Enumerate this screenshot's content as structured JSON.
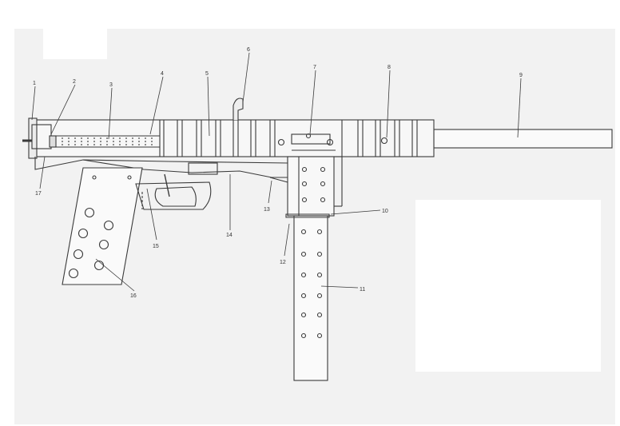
{
  "diagram": {
    "callouts": [
      {
        "id": "c1",
        "label": "1"
      },
      {
        "id": "c2",
        "label": "2"
      },
      {
        "id": "c3",
        "label": "3"
      },
      {
        "id": "c4",
        "label": "4"
      },
      {
        "id": "c5",
        "label": "5"
      },
      {
        "id": "c6",
        "label": "6"
      },
      {
        "id": "c7",
        "label": "7"
      },
      {
        "id": "c8",
        "label": "8"
      },
      {
        "id": "c9",
        "label": "9"
      },
      {
        "id": "c10",
        "label": "10"
      },
      {
        "id": "c11",
        "label": "11"
      },
      {
        "id": "c12",
        "label": "12"
      },
      {
        "id": "c13",
        "label": "13"
      },
      {
        "id": "c14",
        "label": "14"
      },
      {
        "id": "c15",
        "label": "15"
      },
      {
        "id": "c16",
        "label": "16"
      },
      {
        "id": "c17",
        "label": "17"
      }
    ]
  },
  "colors": {
    "paper": "#f4f4f4",
    "line": "#3a3a3a",
    "label": "#333333"
  }
}
